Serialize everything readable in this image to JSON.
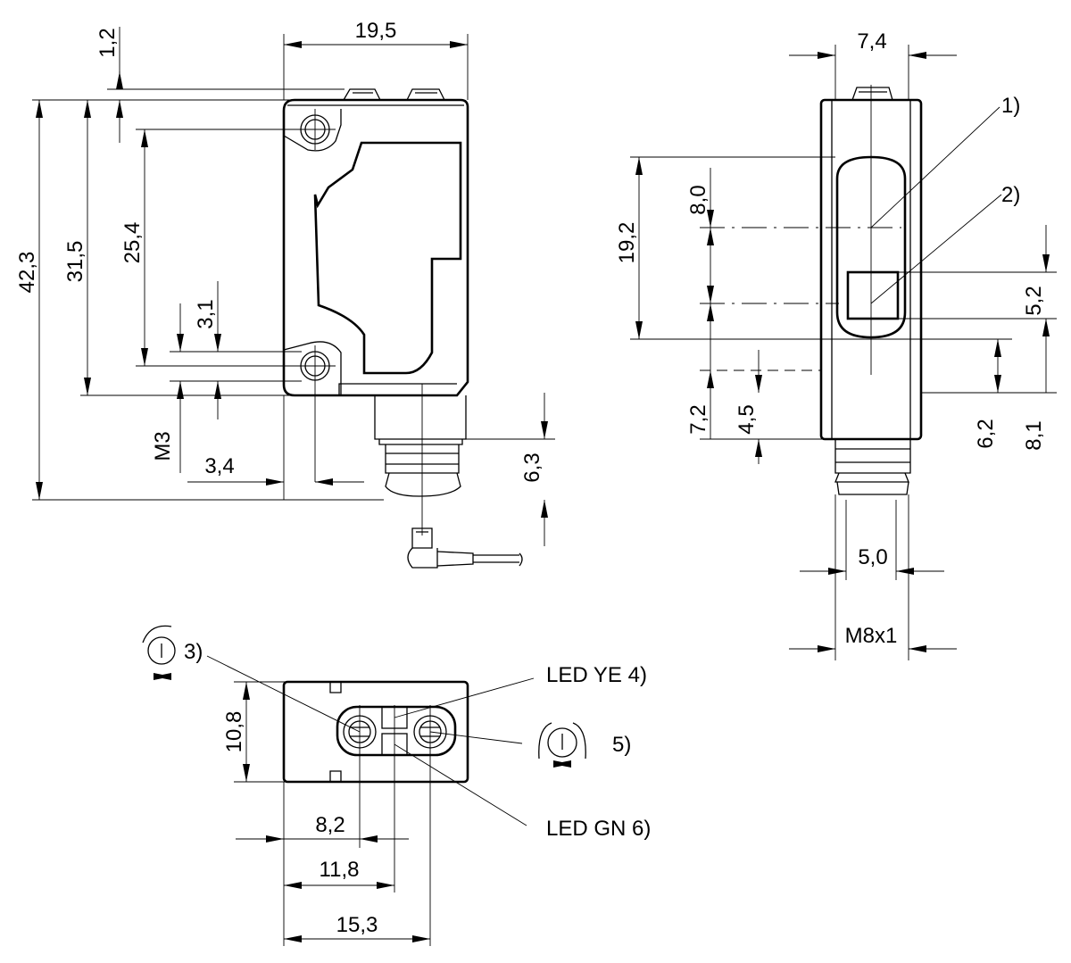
{
  "front_view": {
    "dims": {
      "top_gap": "1,2",
      "width": "19,5",
      "total_height": "42,3",
      "housing_height": "31,5",
      "hole_spacing": "25,4",
      "hole_offset": "3,1",
      "thread": "M3",
      "hole_edge": "3,4",
      "connector_len": "6,3"
    }
  },
  "side_view": {
    "dims": {
      "width": "7,4",
      "lens_height": "19,2",
      "axis_1": "8,0",
      "led_height": "5,2",
      "bottom_7_2": "7,2",
      "bottom_4_5": "4,5",
      "bottom_6_2": "6,2",
      "bottom_8_1": "8,1",
      "connector_5_0": "5,0",
      "connector_thread": "M8x1"
    },
    "callouts": [
      "1)",
      "2)"
    ]
  },
  "top_view": {
    "dims": {
      "depth": "10,8",
      "d_8_2": "8,2",
      "d_11_8": "11,8",
      "d_15_3": "15,3"
    },
    "callouts": {
      "c3": "3)",
      "led_ye": "LED YE 4)",
      "c5": "5)",
      "led_gn": "LED GN 6)"
    }
  }
}
